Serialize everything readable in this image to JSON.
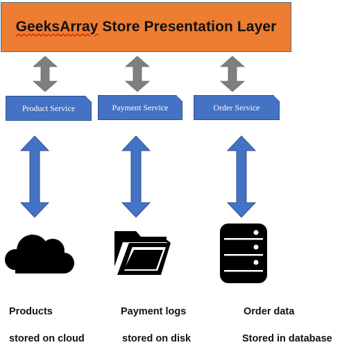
{
  "banner": {
    "title_part1": "GeeksArray",
    "title_part2": " Store Presentation Layer"
  },
  "services": [
    {
      "label": "Product Service"
    },
    {
      "label": "Payment Service"
    },
    {
      "label": "Order Service"
    }
  ],
  "storage": [
    {
      "line1": "Products",
      "line2": "stored on cloud",
      "icon": "cloud-icon"
    },
    {
      "line1": "Payment logs",
      "line2": "stored on disk",
      "icon": "folder-icon"
    },
    {
      "line1": "Order data",
      "line2": "Stored in database",
      "icon": "database-icon"
    }
  ],
  "colors": {
    "banner": "#ED7D31",
    "service_box": "#4472C4",
    "grey_arrow": "#7F7F7F",
    "blue_arrow": "#4472C4"
  }
}
